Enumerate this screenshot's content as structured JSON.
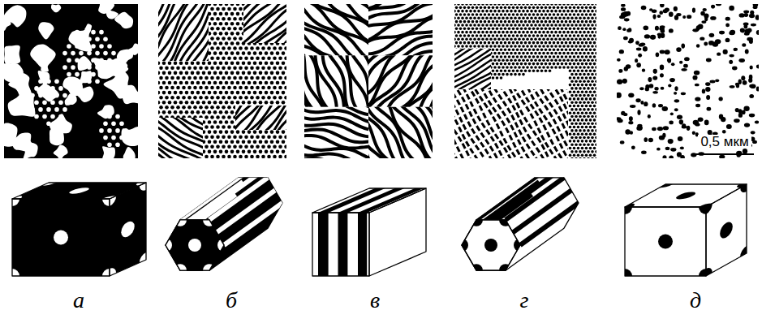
{
  "diagram": {
    "labels": [
      "0,5 мкм",
      "а",
      "б",
      "в",
      "г",
      "д"
    ]
  }
}
